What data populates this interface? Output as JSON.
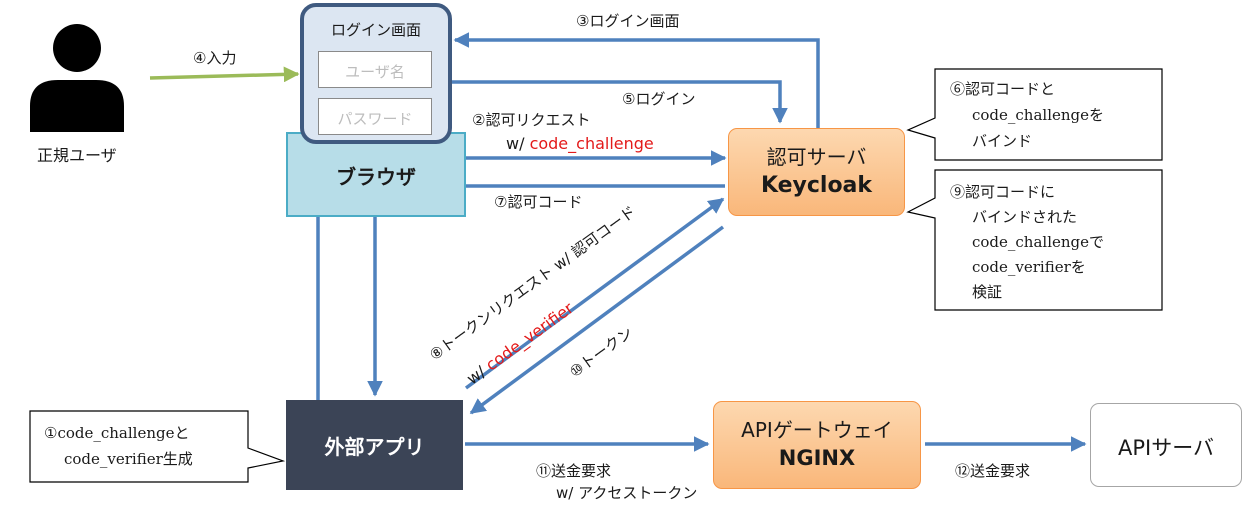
{
  "user": {
    "label": "正規ユーザ"
  },
  "login_screen": {
    "title": "ログイン画面",
    "username_placeholder": "ユーザ名",
    "password_placeholder": "パスワード"
  },
  "browser": {
    "label": "ブラウザ"
  },
  "auth_server": {
    "line1": "認可サーバ",
    "line2": "Keycloak"
  },
  "external_app": {
    "label": "外部アプリ"
  },
  "api_gateway": {
    "line1": "APIゲートウェイ",
    "line2": "NGINX"
  },
  "api_server": {
    "label": "APIサーバ"
  },
  "arrows": {
    "a3": "③ログイン画面",
    "a4": "④入力",
    "a5": "⑤ログイン",
    "a2_line1": "②認可リクエスト",
    "a2_prefix": "w/ ",
    "a2_param": "code_challenge",
    "a7": "⑦認可コード",
    "a8_line1": "⑧トークンリクエスト w/ 認可コード",
    "a8_prefix": "w/ ",
    "a8_param": "code_verifier",
    "a10": "⑩トークン",
    "a11_line1": "⑪送金要求",
    "a11_line2": "w/ アクセストークン",
    "a12": "⑫送金要求"
  },
  "callouts": {
    "c1_line1": "①code_challengeと",
    "c1_line2": "code_verifier生成",
    "c6_line1": "⑥認可コードと",
    "c6_line2": "code_challengeを",
    "c6_line3": "バインド",
    "c9_line1": "⑨認可コードに",
    "c9_line2": "バインドされた",
    "c9_line3": "code_challengeで",
    "c9_line4": "code_verifierを",
    "c9_line5": "検証"
  },
  "colors": {
    "arrow_blue": "#4f81bd",
    "arrow_green": "#9bbb59",
    "highlight_red": "#e31a1a",
    "browser_fill": "#b7dde8",
    "login_fill": "#dce6f2",
    "login_border": "#3f5a80",
    "orange_fill": "#fbc591",
    "app_fill": "#3b4456"
  }
}
